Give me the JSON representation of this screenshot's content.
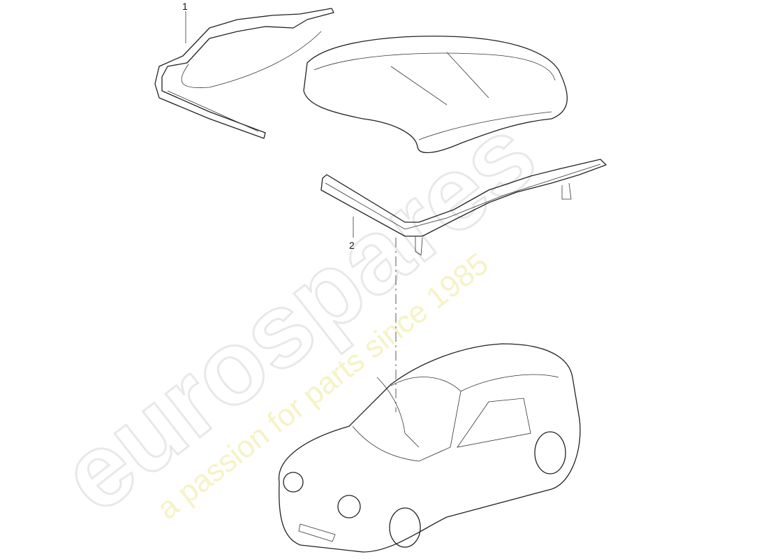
{
  "watermark": {
    "brand": "eurospares",
    "tagline": "a passion for parts since 1985",
    "brand_color": "#e8e8e8",
    "tagline_color": "#f3f1b8"
  },
  "callouts": [
    {
      "label": "1",
      "part": "trim-strip-left"
    },
    {
      "label": "2",
      "part": "trim-strip-front"
    }
  ]
}
